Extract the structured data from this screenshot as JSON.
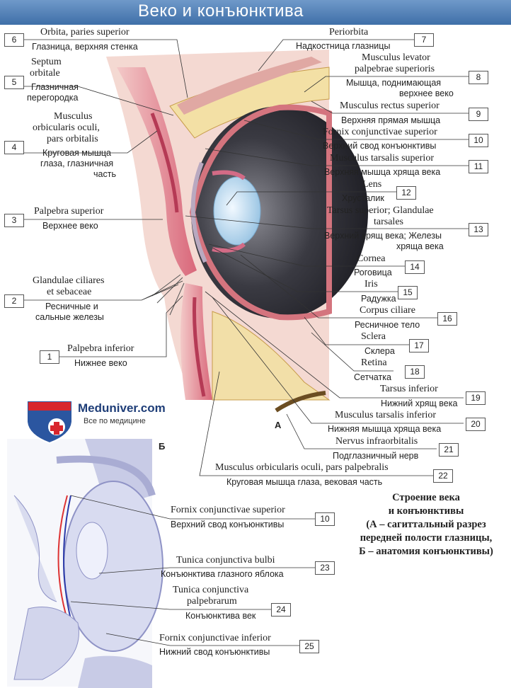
{
  "title": "Веко и конъюнктива",
  "panel_a_letter": "А",
  "panel_b_letter": "Б",
  "logo": {
    "name": "Meduniver.com",
    "tagline": "Все по медицине"
  },
  "caption": [
    "Строение века",
    "и конъюнктивы",
    "(А – сагиттальный разрез",
    "передней полости глазницы,",
    "Б – анатомия конъюнктивы)"
  ],
  "labels": {
    "l1": {
      "num": "1",
      "lat": "Palpebra inferior",
      "ru": "Нижнее веко"
    },
    "l2": {
      "num": "2",
      "lat1": "Glandulae ciliares",
      "lat2": "et sebaceae",
      "ru1": "Ресничные и",
      "ru2": "сальные железы"
    },
    "l3": {
      "num": "3",
      "lat": "Palpebra superior",
      "ru": "Верхнее веко"
    },
    "l4": {
      "num": "4",
      "lat1": "Musculus",
      "lat2": "orbicularis oculi,",
      "lat3": "pars orbitalis",
      "ru1": "Круговая мышца",
      "ru2": "глаза, глазничная",
      "ru3": "часть"
    },
    "l5": {
      "num": "5",
      "lat1": "Septum",
      "lat2": "orbitale",
      "ru1": "Глазничная",
      "ru2": "перегородка"
    },
    "l6": {
      "num": "6",
      "lat": "Orbita, paries superior",
      "ru": "Глазница, верхняя стенка"
    },
    "l7": {
      "num": "7",
      "lat": "Periorbita",
      "ru": "Надкостница глазницы"
    },
    "l8": {
      "num": "8",
      "lat1": "Musculus levator",
      "lat2": "palpebrae superioris",
      "ru1": "Мышца, поднимающая",
      "ru2": "верхнее веко"
    },
    "l9": {
      "num": "9",
      "lat": "Musculus rectus superior",
      "ru": "Верхняя прямая мышца"
    },
    "l10": {
      "num": "10",
      "lat": "Fornix conjunctivae superior",
      "ru": "Верхний свод конъюнктивы"
    },
    "l11": {
      "num": "11",
      "lat": "Musculus tarsalis superior",
      "ru": "Верхняя мышца хряща века"
    },
    "l12": {
      "num": "12",
      "lat": "Lens",
      "ru": "Хрусталик"
    },
    "l13": {
      "num": "13",
      "lat1": "Tarsus superior; Glandulae",
      "lat2": "tarsales",
      "ru1": "Верхний хрящ века; Железы",
      "ru2": "хряща века"
    },
    "l14": {
      "num": "14",
      "lat": "Cornea",
      "ru": "Роговица"
    },
    "l15": {
      "num": "15",
      "lat": "Iris",
      "ru": "Радужка"
    },
    "l16": {
      "num": "16",
      "lat": "Corpus ciliare",
      "ru": "Ресничное тело"
    },
    "l17": {
      "num": "17",
      "lat": "Sclera",
      "ru": "Склера"
    },
    "l18": {
      "num": "18",
      "lat": "Retina",
      "ru": "Сетчатка"
    },
    "l19": {
      "num": "19",
      "lat": "Tarsus inferior",
      "ru": "Нижний хрящ века"
    },
    "l20": {
      "num": "20",
      "lat": "Musculus tarsalis inferior",
      "ru": "Нижняя мышца хряща века"
    },
    "l21": {
      "num": "21",
      "lat": "Nervus infraorbitalis",
      "ru": "Подглазничный нерв"
    },
    "l22": {
      "num": "22",
      "lat": "Musculus orbicularis oculi, pars palpebralis",
      "ru": "Круговая мышца глаза, вековая часть"
    },
    "b10": {
      "num": "10",
      "lat": "Fornix conjunctivae superior",
      "ru": "Верхний свод конъюнктивы"
    },
    "b23": {
      "num": "23",
      "lat": "Tunica conjunctiva bulbi",
      "ru": "Конъюнктива глазного яблока"
    },
    "b24": {
      "num": "24",
      "lat1": "Tunica conjunctiva",
      "lat2": "palpebrarum",
      "ru": "Конъюнктива век"
    },
    "b25": {
      "num": "25",
      "lat": "Fornix conjunctivae inferior",
      "ru": "Нижний свод конъюнктивы"
    }
  }
}
